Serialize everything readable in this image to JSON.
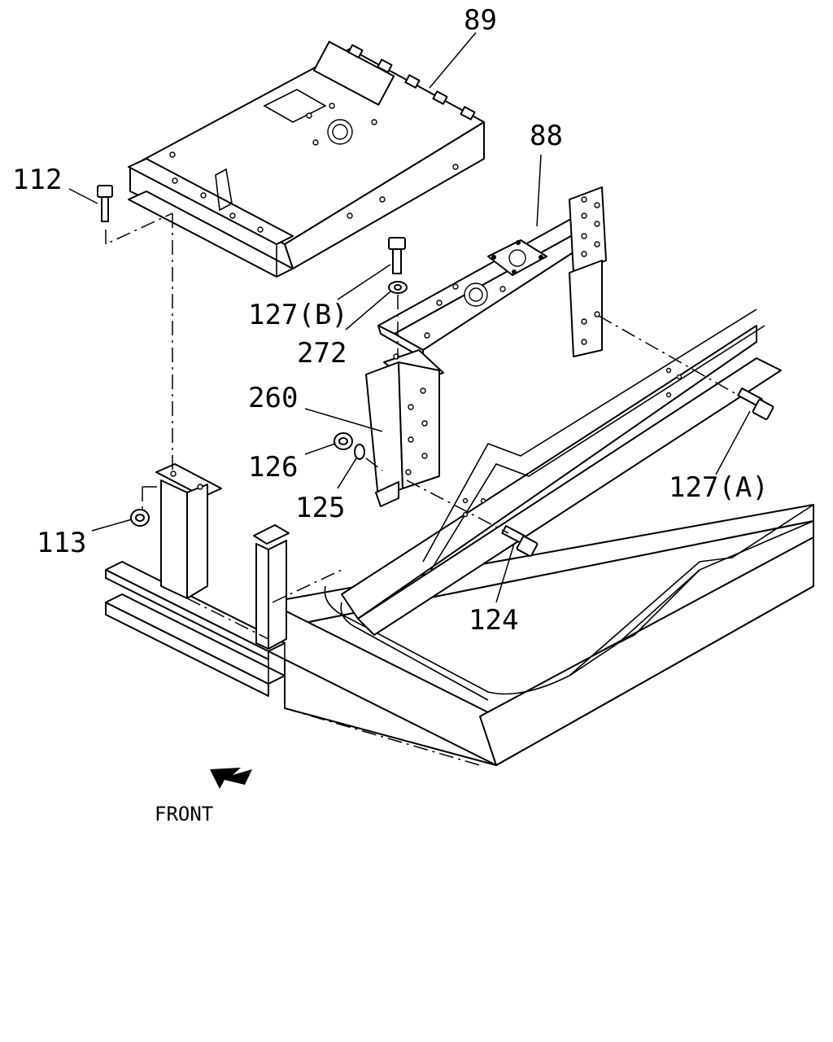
{
  "diagram": {
    "callouts": {
      "p89": "89",
      "p88": "88",
      "p112": "112",
      "p127b": "127(B)",
      "p272": "272",
      "p260": "260",
      "p126": "126",
      "p125": "125",
      "p127a": "127(A)",
      "p113": "113",
      "p124": "124"
    },
    "front_label": "FRONT"
  }
}
